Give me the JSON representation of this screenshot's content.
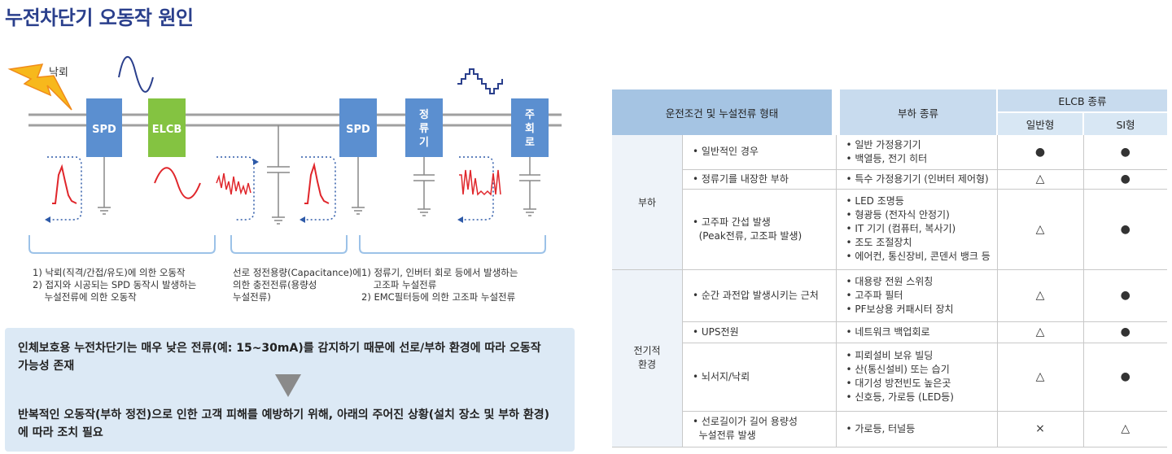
{
  "title": "누전차단기 오동작 원인",
  "diagram": {
    "lightning_label": "낙뢰",
    "components": {
      "spd1": "SPD",
      "elcb": "ELCB",
      "spd2": "SPD",
      "rectifier": [
        "정",
        "류",
        "기"
      ],
      "inverter": [
        "주",
        "회",
        "로"
      ]
    },
    "colors": {
      "box": "#5b8fd0",
      "elcb": "#84c341",
      "wire": "#999999",
      "signal": "#e0262b",
      "dotted": "#2e5aa8",
      "bracket": "#9cc2e8",
      "lightning": "#f7b81c"
    }
  },
  "notes": {
    "group1": [
      "1) 낙뢰(직격/간접/유도)에 의한 오동작",
      "2) 접지와 시공되는 SPD 동작시 발생하는",
      "    누설전류에 의한 오동작"
    ],
    "group2": [
      "선로 정전용량(Capacitance)에",
      "의한 충전전류(용량성",
      "누설전류)"
    ],
    "group3": [
      "1) 정류기, 인버터 회로 등에서 발생하는",
      "    고조파 누설전류",
      "2) EMC필터등에 의한 고조파 누설전류"
    ]
  },
  "summary": {
    "text1": "인체보호용 누전차단기는 매우 낮은 전류(예: 15~30mA)를 감지하기 때문에 선로/부하 환경에 따라 오동작 가능성 존재",
    "text2": "반복적인 오동작(부하 정전)으로 인한 고객 피해를 예방하기 위해, 아래의 주어진 상황(설치 장소 및 부하 환경)에 따라 조치 필요"
  },
  "table": {
    "headers": {
      "condition": "운전조건 및 누설전류 형태",
      "load": "부하 종류",
      "elcb": "ELCB 종류",
      "general": "일반형",
      "si": "SI형"
    },
    "categories": {
      "load": "부하",
      "env": "전기적\n환경"
    },
    "rows": [
      {
        "condition": "• 일반적인 경우",
        "loads": [
          "• 일반 가정용기기",
          "• 백열등, 전기 히터"
        ],
        "general": "●",
        "si": "●"
      },
      {
        "condition": "• 정류기를 내장한 부하",
        "loads": [
          "• 특수 가정용기기 (인버터 제어형)"
        ],
        "general": "△",
        "si": "●"
      },
      {
        "condition": "• 고주파 간섭 발생\n  (Peak전류, 고조파 발생)",
        "loads": [
          "• LED 조명등",
          "• 형광등 (전자식 안정기)",
          "• IT 기기 (컴퓨터, 복사기)",
          "• 조도 조절장치",
          "• 에어컨, 통신장비, 콘덴서 뱅크 등"
        ],
        "general": "△",
        "si": "●"
      },
      {
        "condition": "• 순간 과전압 발생시키는 근처",
        "loads": [
          "• 대용량 전원 스위칭",
          "• 고주파 필터",
          "• PF보상용 커패시터 장치"
        ],
        "general": "△",
        "si": "●"
      },
      {
        "condition": "• UPS전원",
        "loads": [
          "• 네트워크 백업회로"
        ],
        "general": "△",
        "si": "●"
      },
      {
        "condition": "• 뇌서지/낙뢰",
        "loads": [
          "• 피뢰설비 보유 빌딩",
          "• 산(통신설비) 또는 습기",
          "• 대기성 방전빈도 높은곳",
          "• 신호등, 가로등 (LED등)"
        ],
        "general": "△",
        "si": "●"
      },
      {
        "condition": "• 선로길이가 길어 용량성\n  누설전류 발생",
        "loads": [
          "• 가로등, 터널등"
        ],
        "general": "×",
        "si": "△"
      }
    ]
  }
}
